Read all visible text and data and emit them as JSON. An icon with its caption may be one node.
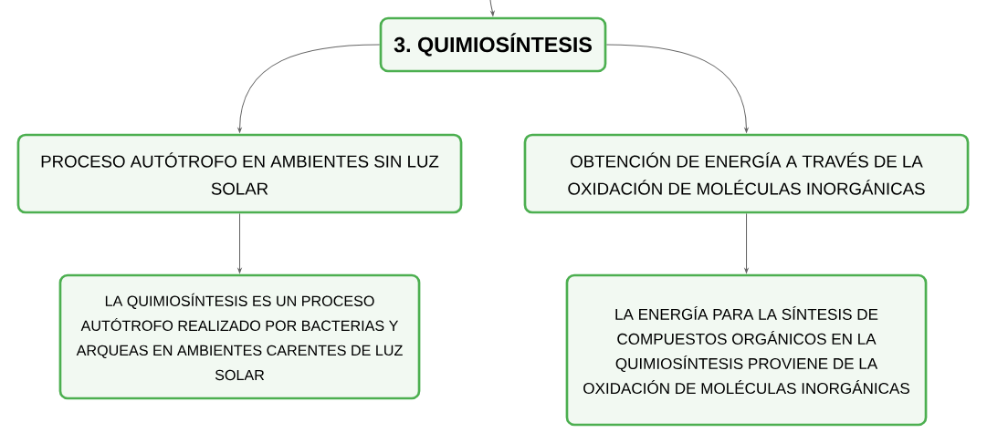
{
  "diagram": {
    "nodes": [
      {
        "text": [
          "3. QUIMIOSÍNTESIS"
        ]
      },
      {
        "text": [
          "PROCESO AUTÓTROFO EN AMBIENTES SIN LUZ SOLAR"
        ]
      },
      {
        "text": [
          "OBTENCIÓN DE ENERGÍA A TRAVÉS DE LA OXIDACIÓN DE MOLÉCULAS INORGÁNICAS"
        ]
      },
      {
        "text": [
          "LA QUIMIOSÍNTESIS ES UN PROCESO AUTÓTROFO REALIZADO POR BACTERIAS Y ARQUEAS EN AMBIENTES CARENTES DE LUZ SOLAR"
        ]
      },
      {
        "text": [
          "LA ENERGÍA PARA LA SÍNTESIS DE COMPUESTOS ORGÁNICOS EN LA QUIMIOSÍNTESIS PROVIENE DE LA OXIDACIÓN DE MOLÉCULAS INORGÁNICAS"
        ]
      }
    ],
    "edges": [
      {
        "from": null,
        "to": 0,
        "arrow": "to"
      },
      {
        "from": 0,
        "to": 1,
        "arrow": "to"
      },
      {
        "from": 0,
        "to": 2,
        "arrow": "to"
      },
      {
        "from": 1,
        "to": 3,
        "arrow": "to"
      },
      {
        "from": 2,
        "to": 4,
        "arrow": "to"
      }
    ]
  }
}
